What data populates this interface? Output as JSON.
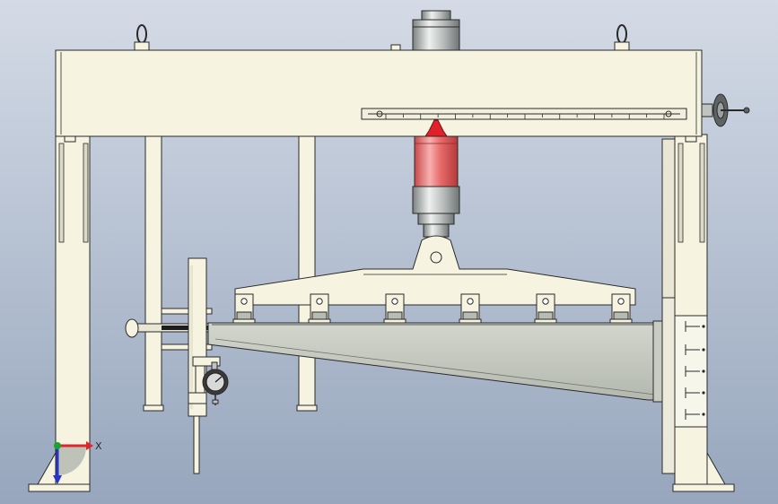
{
  "viewport": {
    "background_top": "#d4dbe6",
    "background_bottom": "#97a6bd"
  },
  "colors": {
    "frame": "#f6f4e1",
    "frame_side": "#dcdac6",
    "outline": "#2a2a2a",
    "steel": "#c9ccc3",
    "steel_dark": "#8d918a",
    "cylinder_red": "#e86a6a",
    "cylinder_silver": "#bfc3c2",
    "pointer_red": "#e0202a",
    "triad_x": "#e2252b",
    "triad_y": "#1ca22d",
    "triad_z": "#2835c8"
  },
  "icons": {
    "handwheel": "handwheel-icon",
    "lifting_eye": "lifting-eye-icon",
    "dial_gauge": "dial-gauge-icon",
    "coordinate_triad": "coordinate-triad-icon"
  },
  "triad": {
    "x_label": "X"
  },
  "loading_points": 6,
  "scale_ticks": 17
}
